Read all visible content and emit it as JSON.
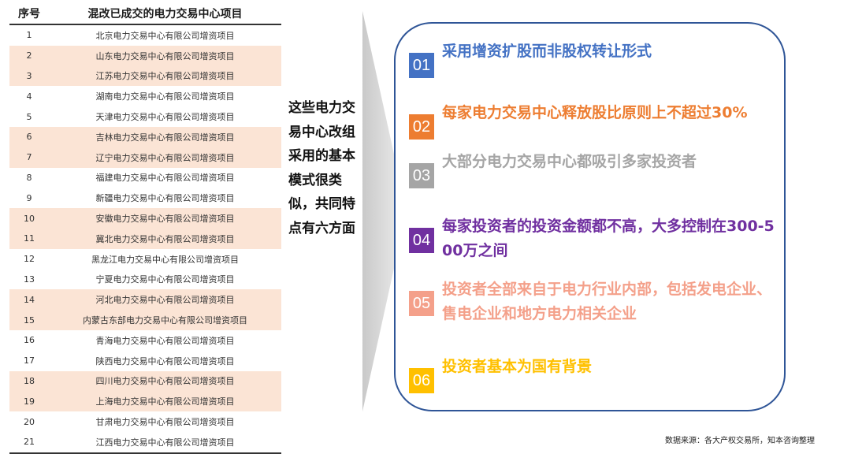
{
  "table": {
    "headers": {
      "no": "序号",
      "project": "混改已成交的电力交易中心项目"
    },
    "rows": [
      {
        "no": "1",
        "project": "北京电力交易中心有限公司增资项目",
        "shaded": false
      },
      {
        "no": "2",
        "project": "山东电力交易中心有限公司增资项目",
        "shaded": true
      },
      {
        "no": "3",
        "project": "江苏电力交易中心有限公司增资项目",
        "shaded": true
      },
      {
        "no": "4",
        "project": "湖南电力交易中心有限公司增资项目",
        "shaded": false
      },
      {
        "no": "5",
        "project": "天津电力交易中心有限公司增资项目",
        "shaded": false
      },
      {
        "no": "6",
        "project": "吉林电力交易中心有限公司增资项目",
        "shaded": true
      },
      {
        "no": "7",
        "project": "辽宁电力交易中心有限公司增资项目",
        "shaded": true
      },
      {
        "no": "8",
        "project": "福建电力交易中心有限公司增资项目",
        "shaded": false
      },
      {
        "no": "9",
        "project": "新疆电力交易中心有限公司增资项目",
        "shaded": false
      },
      {
        "no": "10",
        "project": "安徽电力交易中心有限公司增资项目",
        "shaded": true
      },
      {
        "no": "11",
        "project": "冀北电力交易中心有限公司增资项目",
        "shaded": true
      },
      {
        "no": "12",
        "project": "黑龙江电力交易中心有限公司增资项目",
        "shaded": false
      },
      {
        "no": "13",
        "project": "宁夏电力交易中心有限公司增资项目",
        "shaded": false
      },
      {
        "no": "14",
        "project": "河北电力交易中心有限公司增资项目",
        "shaded": true
      },
      {
        "no": "15",
        "project": "内蒙古东部电力交易中心有限公司增资项目",
        "shaded": true
      },
      {
        "no": "16",
        "project": "青海电力交易中心有限公司增资项目",
        "shaded": false
      },
      {
        "no": "17",
        "project": "陕西电力交易中心有限公司增资项目",
        "shaded": false
      },
      {
        "no": "18",
        "project": "四川电力交易中心有限公司增资项目",
        "shaded": true
      },
      {
        "no": "19",
        "project": "上海电力交易中心有限公司增资项目",
        "shaded": true
      },
      {
        "no": "20",
        "project": "甘肃电力交易中心有限公司增资项目",
        "shaded": false
      },
      {
        "no": "21",
        "project": "江西电力交易中心有限公司增资项目",
        "shaded": false
      }
    ]
  },
  "middle_text": "这些电力交易中心改组采用的基本模式很类似，共同特点有六方面",
  "points": [
    {
      "num": "01",
      "text": "采用增资扩股而非股权转让形式",
      "color": "#4472c4"
    },
    {
      "num": "02",
      "text": "每家电力交易中心释放股比原则上不超过30%",
      "color": "#ed7d31"
    },
    {
      "num": "03",
      "text": "大部分电力交易中心都吸引多家投资者",
      "color": "#a5a5a5"
    },
    {
      "num": "04",
      "text": "每家投资者的投资金额都不高，大多控制在300-500万之间",
      "color": "#7030a0"
    },
    {
      "num": "05",
      "text": "投资者全部来自于电力行业内部，包括发电企业、售电企业和地方电力相关企业",
      "color": "#f4a08a"
    },
    {
      "num": "06",
      "text": "投资者基本为国有背景",
      "color": "#ffc000"
    }
  ],
  "source": "数据来源：各大产权交易所，知本咨询整理",
  "colors": {
    "shade": "#fbe4d5",
    "panel_border": "#2f5597"
  }
}
